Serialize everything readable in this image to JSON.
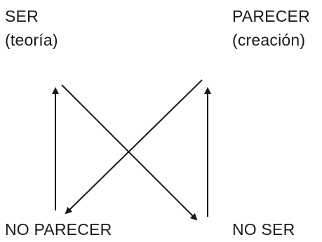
{
  "nodes": {
    "ser": {
      "label": "SER",
      "sublabel": "(teoría)"
    },
    "parecer": {
      "label": "PARECER",
      "sublabel": "(creación)"
    },
    "no_parecer": {
      "label": "NO PARECER"
    },
    "no_ser": {
      "label": "NO SER"
    }
  },
  "edges": [
    {
      "from": "NO PARECER",
      "to": "SER"
    },
    {
      "from": "SER",
      "to": "NO SER"
    },
    {
      "from": "PARECER",
      "to": "NO PARECER"
    },
    {
      "from": "NO SER",
      "to": "PARECER"
    }
  ],
  "colors": {
    "line": "#1a1a1a",
    "text": "#1a1a1a",
    "background": "#ffffff"
  }
}
